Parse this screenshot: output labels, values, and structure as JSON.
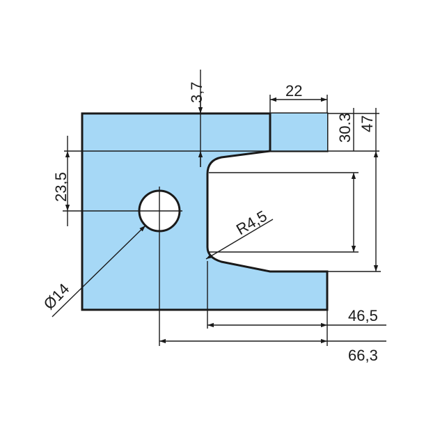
{
  "dimensions": {
    "d1": "3,7",
    "d2": "22",
    "d3": "30.3",
    "d4": "47",
    "d5": "23,5",
    "d6": "R4,5",
    "d7": "Ø14",
    "d8": "46,5",
    "d9": "66,3"
  },
  "colors": {
    "part_fill": "#a6d8f6",
    "line": "#1a1a1a"
  }
}
